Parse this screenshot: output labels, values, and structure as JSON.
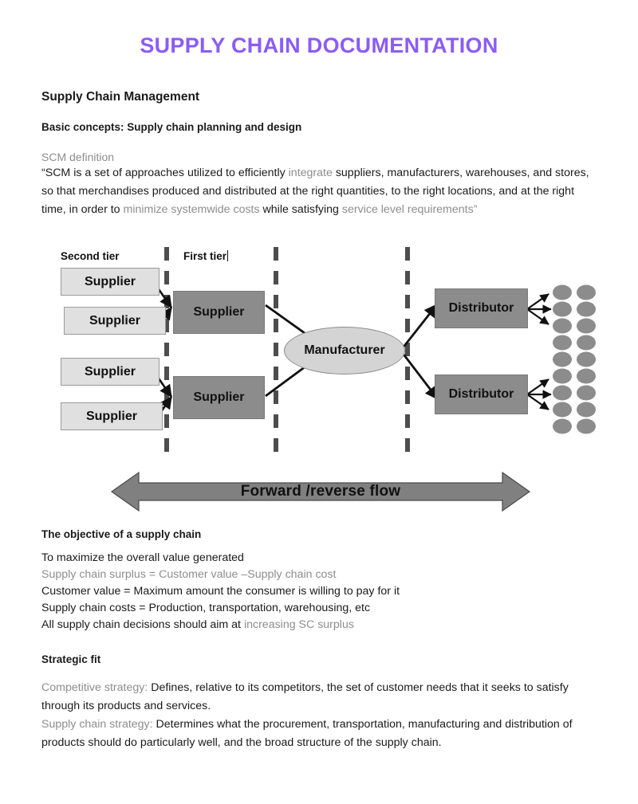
{
  "document": {
    "title": "SUPPLY CHAIN DOCUMENTATION",
    "title_color": "#8b5cf6",
    "section_heading": "Supply Chain Management",
    "subsection_heading": "Basic concepts: Supply chain planning and design",
    "scm_definition_label": "SCM definition",
    "definition": {
      "p1_black": "“SCM is a set of approaches utilized to efficiently ",
      "p1_gray": "integrate",
      "p2_black": " suppliers, manufacturers, warehouses, and stores, so that merchandises produced and distributed at the right quantities, to the right locations, and at the right time, in order to ",
      "p2_gray": "minimize systemwide costs",
      "p3_black": " while satisfying ",
      "p3_gray": "service level requirements”"
    },
    "objective": {
      "heading": "The objective of a supply chain",
      "line1": "To maximize the overall value generated",
      "line2_gray": "Supply chain surplus = Customer value –Supply chain cost",
      "line3": "Customer value = Maximum amount the consumer is willing to pay for it",
      "line4": "Supply chain costs = Production, transportation, warehousing, etc",
      "line5_black": "All supply chain decisions should aim at ",
      "line5_gray": "increasing SC surplus"
    },
    "strategic_fit": {
      "heading": "Strategic fit",
      "competitive_label": "Competitive strategy:",
      "competitive_text": " Defines, relative to its competitors, the set of customer needs that it seeks to satisfy through its products and services.",
      "supplychain_label": "Supply chain strategy:",
      "supplychain_text": " Determines what the procurement, transportation, manufacturing and distribution of products should do particularly well, and the broad structure of the supply chain."
    }
  },
  "diagram": {
    "labels": {
      "second_tier": "Second tier",
      "first_tier": "First tier"
    },
    "second_tier_suppliers": [
      {
        "label": "Supplier"
      },
      {
        "label": "Supplier"
      },
      {
        "label": "Supplier"
      },
      {
        "label": "Supplier"
      }
    ],
    "first_tier_suppliers": [
      {
        "label": "Supplier"
      },
      {
        "label": "Supplier"
      }
    ],
    "manufacturer": {
      "label": "Manufacturer"
    },
    "distributors": [
      {
        "label": "Distributor"
      },
      {
        "label": "Distributor"
      }
    ],
    "customers": {
      "rows": 9,
      "columns": 2
    },
    "flow_arrow": {
      "label": "Forward /reverse flow"
    },
    "colors": {
      "node_light_fill": "#e0e0e0",
      "node_dark_fill": "#8c8c8c",
      "ellipse_fill": "#d4d4d4",
      "customer_dot_fill": "#8c8c8c",
      "flow_arrow_fill": "#808080",
      "divider_dash": "#4d4d4d",
      "connector_line": "#111111"
    }
  }
}
